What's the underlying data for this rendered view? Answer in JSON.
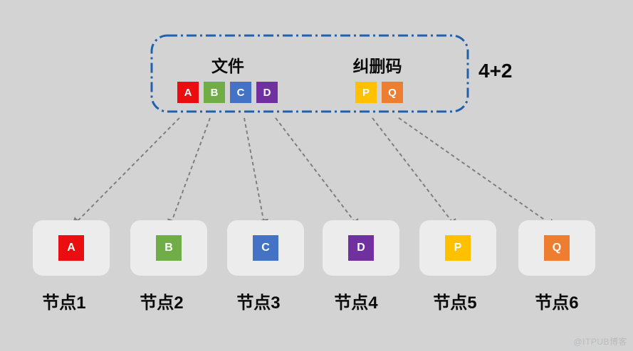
{
  "scheme": {
    "label": "4+2"
  },
  "container": {
    "file": {
      "label": "文件",
      "blocks": [
        {
          "label": "A",
          "color": "#ea0e10"
        },
        {
          "label": "B",
          "color": "#70ad47"
        },
        {
          "label": "C",
          "color": "#4472c4"
        },
        {
          "label": "D",
          "color": "#7030a0"
        }
      ]
    },
    "parity": {
      "label": "纠删码",
      "blocks": [
        {
          "label": "P",
          "color": "#ffc000"
        },
        {
          "label": "Q",
          "color": "#ed7d31"
        }
      ]
    }
  },
  "nodes": [
    {
      "label": "节点1",
      "block": {
        "label": "A",
        "color": "#ea0e10"
      }
    },
    {
      "label": "节点2",
      "block": {
        "label": "B",
        "color": "#70ad47"
      }
    },
    {
      "label": "节点3",
      "block": {
        "label": "C",
        "color": "#4472c4"
      }
    },
    {
      "label": "节点4",
      "block": {
        "label": "D",
        "color": "#7030a0"
      }
    },
    {
      "label": "节点5",
      "block": {
        "label": "P",
        "color": "#ffc000"
      }
    },
    {
      "label": "节点6",
      "block": {
        "label": "Q",
        "color": "#ed7d31"
      }
    }
  ],
  "watermark": "@ITPUB博客",
  "colors": {
    "background": "#d3d3d3",
    "card": "#ececec",
    "dashed_border": "#2160ac",
    "arrow": "#7f7f7f"
  }
}
